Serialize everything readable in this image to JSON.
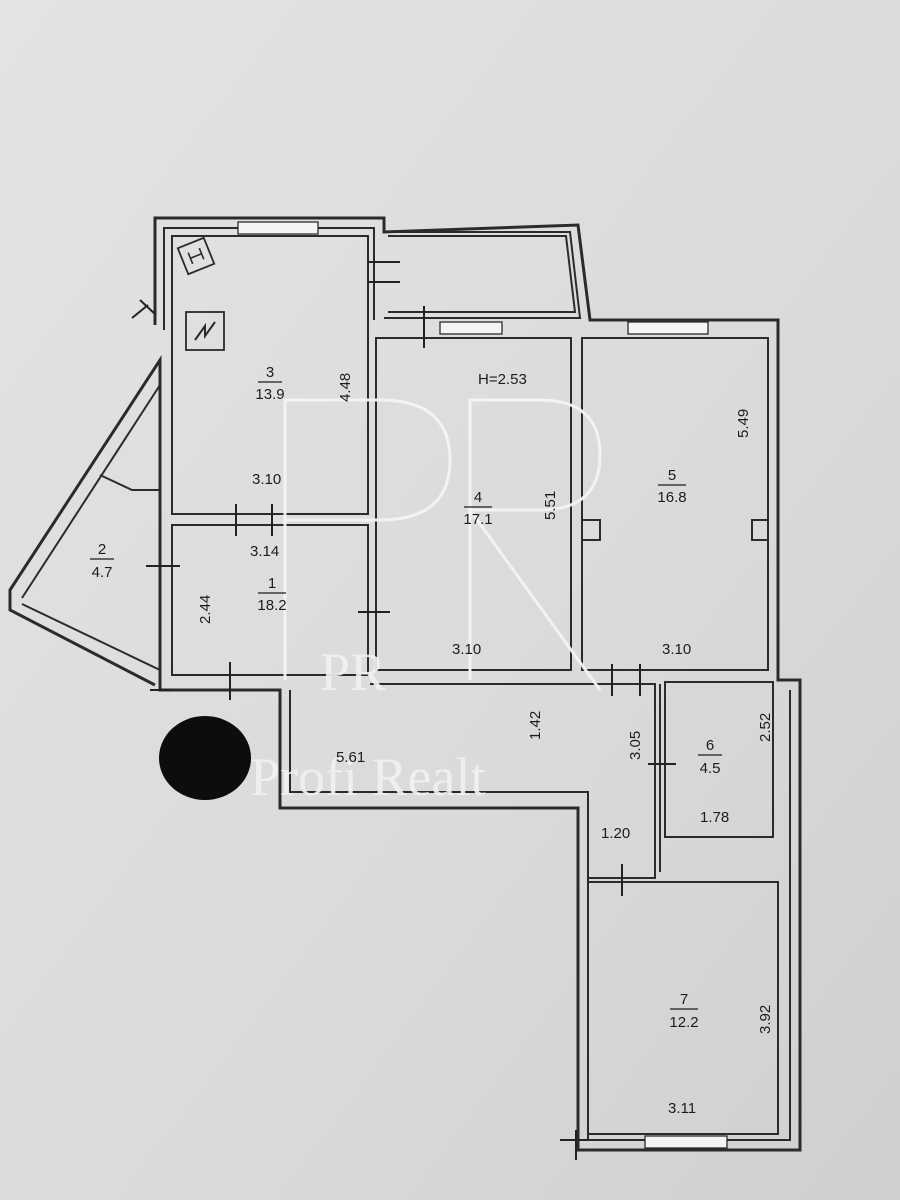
{
  "rooms": [
    {
      "id": "1",
      "number": "1",
      "area": "18.2"
    },
    {
      "id": "2",
      "number": "2",
      "area": "4.7"
    },
    {
      "id": "3",
      "number": "3",
      "area": "13.9"
    },
    {
      "id": "4",
      "number": "4",
      "area": "17.1"
    },
    {
      "id": "5",
      "number": "5",
      "area": "16.8"
    },
    {
      "id": "6",
      "number": "6",
      "area": "4.5"
    },
    {
      "id": "7",
      "number": "7",
      "area": "12.2"
    }
  ],
  "ceiling_height": "H=2.53",
  "dimensions": {
    "room3_width": "3.10",
    "room3_height": "4.48",
    "room1_width": "3.14",
    "room1_height": "2.44",
    "room4_width": "3.10",
    "room4_height": "5.51",
    "room5_width": "3.10",
    "room5_height": "5.49",
    "room6_width": "1.78",
    "room6_height": "2.52",
    "corridor_length": "5.61",
    "corridor_width": "1.42",
    "passage_height": "3.05",
    "passage_width": "1.20",
    "room7_width": "3.11",
    "room7_height": "3.92"
  },
  "watermark": {
    "monogram": "PR",
    "text": "Profi Realt"
  },
  "icons": [
    "boiler-icon",
    "electric-panel-icon"
  ],
  "colors": {
    "paper": "#dcdddb",
    "walls": "#2b2b2b",
    "redaction": "#0d0d0d"
  }
}
